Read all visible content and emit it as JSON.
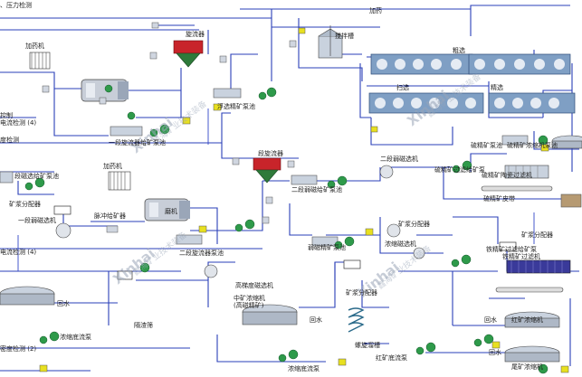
{
  "labels": {
    "pressure_detect": "、压力检测",
    "dosing_machine_1": "加药机",
    "cyclone_top": "旋流器",
    "flotation_pump_pool": "浮选精矿泵池",
    "dosing": "加药",
    "stir_tank": "搅拌槽",
    "rougher": "粗选",
    "scavenger": "扫选",
    "cleaner": "精选",
    "sulfur_pump": "硫精矿泵池",
    "sulfur_thickener": "硫精矿浓缩机泵池",
    "cyclone_pool_1": "一段旋流器给矿泵池",
    "level_control": "控制",
    "current_detect_1": "电流检测 (4)",
    "density_detect": "度检测",
    "mag_pump": "段磁选给矿泵池",
    "dosing_machine_2": "加药机",
    "ore_distributor": "矿浆分配器",
    "mag_sep_1": "一段弱磁选机",
    "pulse_feeder": "脉冲给矿器",
    "current_detect_2": "电流检测 (4)",
    "cyclone_2": "段旋流器",
    "weak_mag_pump": "二段弱磁给矿泵池",
    "weak_mag_sep_2": "二段弱磁选机",
    "concentrate_pump_pool": "弱磁精矿泵池",
    "thick_mag": "浓缩磁选机",
    "ore_dist_2": "矿浆分配器",
    "sulfur_filter_pump": "硫精矿过滤给矿泵",
    "sulfur_filter": "硫精矿陶瓷过滤机",
    "sulfur_belt": "硫精矿皮带",
    "cyclone_pool_2": "二段旋流器泵池",
    "return_water_1": "回水",
    "thickener_underflow_pump": "浓缩底流泵",
    "isolation_sieve": "隔渣筛",
    "high_grad_mag": "高梯度磁选机",
    "mid_thickener": "中矿浓缩机",
    "mid_thick_sub": "(高磁精矿)",
    "return_water_2": "回水",
    "ore_dist_3": "矿浆分配器",
    "spiral": "螺旋溜槽",
    "thickener_underflow_pump_2": "浓缩底流泵",
    "iron_filter_pump": "铁精矿过滤给矿泵",
    "ore_dist_4": "矿浆分配器",
    "iron_filter": "铁精矿过滤机",
    "red_thickener": "红矿浓缩机",
    "return_water_3": "回水",
    "return_water_4": "回水",
    "tailing_thickener": "尾矿浓缩机",
    "red_underflow_pump": "红矿底流泵",
    "density_detect_2": "密度检测 (2)",
    "ball_mill_1": "",
    "ball_mill_2": "磨机"
  },
  "watermark": {
    "brand_1": "Xinhai",
    "brand_cn_1": "鑫海矿业技术装备",
    "brand_2": "Xinhai",
    "brand_cn_2": "鑫海矿业技术装备"
  },
  "colors": {
    "pipe": "#2a3fb8",
    "pump": "#2e9a4a",
    "flotation_cell": "#7f9fc4",
    "cyclone": "#c8242a",
    "instrument": "#e8e020",
    "tank": "#c9d2de"
  }
}
